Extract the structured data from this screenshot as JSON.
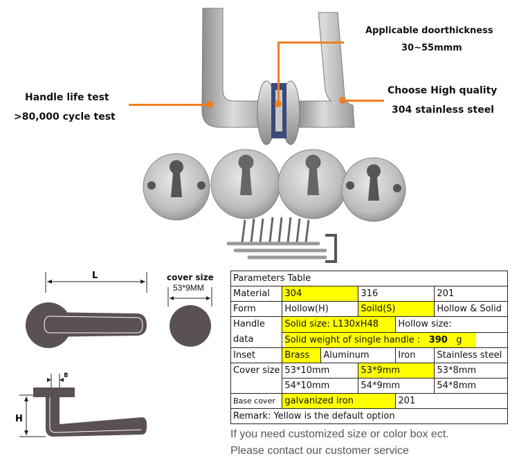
{
  "callouts": {
    "door_title": "Applicable doorthickness",
    "door_value": "30~55mmm",
    "life_title": "Handle life test",
    "life_value": ">80,000 cycle test",
    "steel_title": "Choose High quality",
    "steel_value": "304 stainless steel"
  },
  "drawing": {
    "dim_l": "L",
    "dim_h": "H",
    "dim_8": "8",
    "cover_title": "cover size",
    "cover_value": "53*9MM"
  },
  "table": {
    "title": "Parameters Table",
    "material_label": "Material",
    "material_304": "304",
    "material_316": "316",
    "material_201": "201",
    "form_label": "Form",
    "form_hollow": "Hollow(H)",
    "form_solid": "Soild(S)",
    "form_both": "Hollow & Solid",
    "handle_label": "Handle",
    "data_label": "data",
    "solid_size_label": "Solid size: ",
    "solid_size_value": "L130xH48",
    "hollow_size": "Hollow size:",
    "solid_weight_label": "Solid weight of single handle :",
    "solid_weight_value": "390",
    "solid_weight_unit": "g",
    "inset_label": "Inset",
    "inset_brass": "Brass",
    "inset_aluminum": "Aluminum",
    "inset_iron": "Iron",
    "inset_steel": "Stainless steel",
    "cover_label": "Cover size",
    "cover_r1": [
      "53*10mm",
      "53*9mm",
      "53*8mm"
    ],
    "cover_r2": [
      "54*10mm",
      "54*9mm",
      "54*8mm"
    ],
    "base_label": "Base cover",
    "base_galv": "galvanized iron",
    "base_201": "201",
    "remark": "Remark: Yellow is the default option"
  },
  "notes": {
    "line1": "If you need customized size or color box ect.",
    "line2": "Please contact our customer service"
  },
  "colors": {
    "accent": "#f07d1e",
    "highlight": "#ffff00"
  }
}
